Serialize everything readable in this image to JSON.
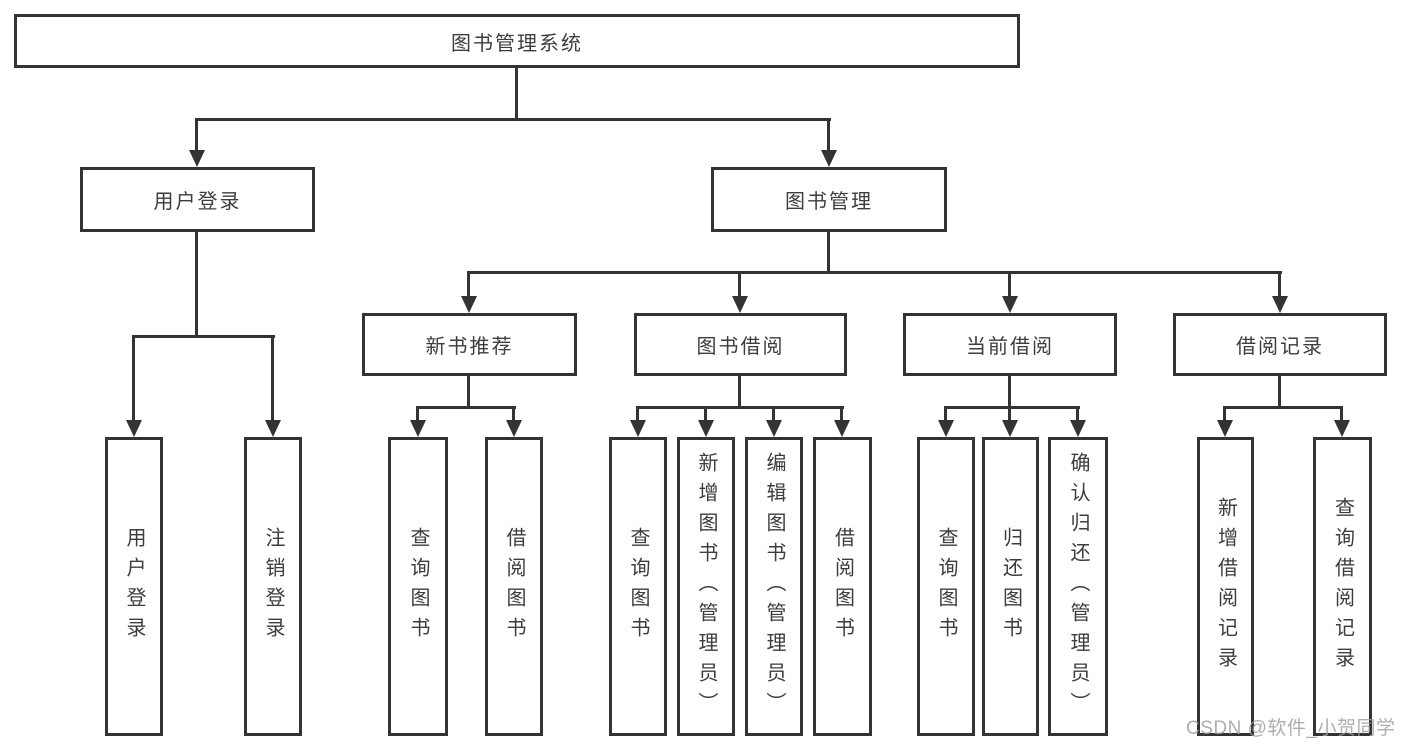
{
  "nodes": {
    "root": "图书管理系统",
    "userLogin": "用户登录",
    "bookMgmt": "图书管理",
    "newBookRec": "新书推荐",
    "bookBorrow": "图书借阅",
    "currentBorrow": "当前借阅",
    "borrowRecord": "借阅记录",
    "leafUserLogin": "用户登录",
    "leafLogout": "注销登录",
    "leafQueryBookNew": "查询图书",
    "leafBorrowBookNew": "借阅图书",
    "leafQueryBookBorrow": "查询图书",
    "leafAddBookAdmin": "新增图书（管理员）",
    "leafEditBookAdmin": "编辑图书（管理员）",
    "leafBorrowBook": "借阅图书",
    "leafQueryBookCurrent": "查询图书",
    "leafReturnBook": "归还图书",
    "leafConfirmReturnAdmin": "确认归还（管理员）",
    "leafAddBorrowRecord": "新增借阅记录",
    "leafQueryBorrowRecord": "查询借阅记录"
  },
  "watermark": "CSDN @软件_小贺同学",
  "colors": {
    "line": "#333333",
    "text": "#3d3d3d",
    "background": "#ffffff",
    "watermark": "#a0a0a0"
  }
}
